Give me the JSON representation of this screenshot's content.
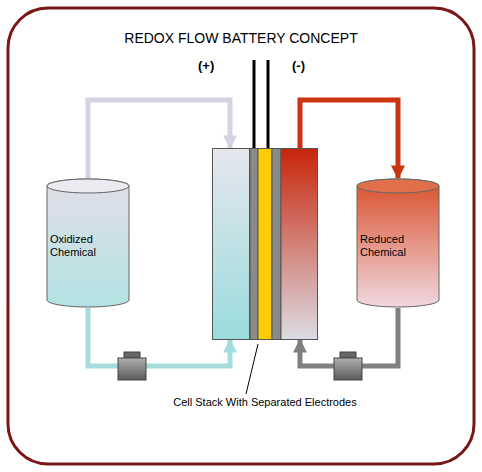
{
  "diagram": {
    "title": "REDOX FLOW BATTERY CONCEPT",
    "nodes": [
      {
        "text": [
          "Oxidized Chemical"
        ]
      },
      {
        "text": [
          "Cell Stack With Separated Electrodes"
        ]
      },
      {
        "text": [
          "Reduced Chemical"
        ]
      }
    ],
    "edges": [
      {
        "from": 0,
        "to": 1,
        "arrow": "to"
      },
      {
        "from": 0,
        "to": 1,
        "arrow": "to"
      },
      {
        "from": 1,
        "to": 2,
        "arrow": "to"
      },
      {
        "from": 2,
        "to": 1,
        "arrow": "to"
      }
    ],
    "labels": [
      "(+)",
      "(-)"
    ]
  }
}
